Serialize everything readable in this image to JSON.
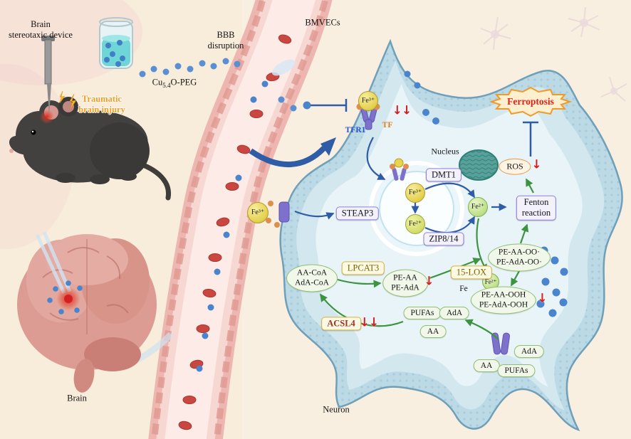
{
  "palette": {
    "background": "#f8edda",
    "neuron_fill": "#bcd9e6",
    "vessel_fill": "#edb6b0",
    "accent_blue": "#2e5ca6",
    "accent_green": "#3c9440",
    "accent_red": "#d41c1c",
    "ferroptosis_red": "#e31e18"
  },
  "labels": {
    "stereotaxic_device": "Brain\nstereotaxic device",
    "tbi": "Traumatic\nbrain injury",
    "cu_pre": "Cu",
    "cu_sub": "5.4",
    "cu_post": "O-PEG",
    "bbb": "BBB\ndisruption",
    "bmvecs": "BMVECs",
    "brain": "Brain",
    "neuron": "Neuron",
    "nucleus": "Nucleus"
  },
  "nodes": {
    "tfr1": "TFR1",
    "tf": "TF",
    "dmt1": "DMT1",
    "steap3": "STEAP3",
    "zip814": "ZIP8/14",
    "fenton": "Fenton\nreaction",
    "ros": "ROS",
    "ferroptosis": "Ferroptosis",
    "lpcat3": "LPCAT3",
    "lox15": "15-LOX",
    "lox_fe": "Fe",
    "acsl4": "ACSL4",
    "fe3": "Fe³⁺",
    "fe2": "Fe²⁺",
    "aa_coa": "AA-CoA\nAdA-CoA",
    "pe": "PE-AA\nPE-AdA",
    "pe_oo": "PE-AA-OO·\nPE-AdA-OO·",
    "pe_ooh": "PE-AA-OOH\nPE-AdA-OOH",
    "pufas": "PUFAs",
    "ada": "AdA",
    "aa": "AA"
  },
  "markers": {
    "down1": "↓",
    "down2": "↓↓"
  }
}
